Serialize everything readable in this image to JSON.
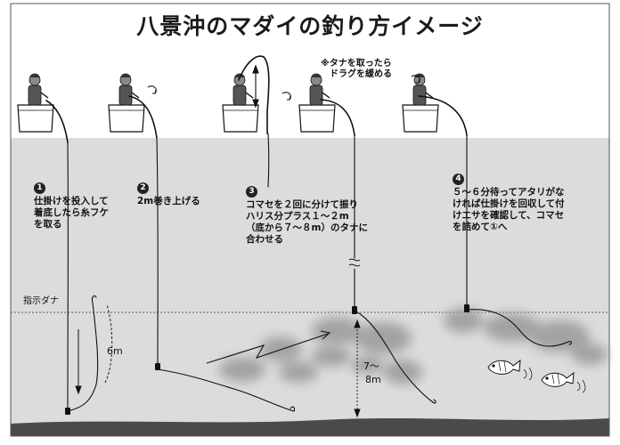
{
  "title": "八景沖のマダイの釣り方イメージ",
  "note": [
    "※タナを取ったら",
    "ドラグを緩める"
  ],
  "indicated_depth_label": "指示ダナ",
  "steps": [
    {
      "number": "1",
      "lines": [
        "仕掛けを投入して",
        "着底したら糸フケ",
        "を取る"
      ]
    },
    {
      "number": "2",
      "lines": [
        "2m巻き上げる"
      ]
    },
    {
      "number": "3",
      "lines": [
        "コマセを２回に分けて振り",
        "ハリス分プラス１～２m",
        "（底から７～８m）のタナに",
        "合わせる"
      ]
    },
    {
      "number": "4",
      "lines": [
        "５～６分待ってアタリがな",
        "ければ仕掛けを回収して付",
        "けエサを確認して、コマセ",
        "を詰めて①へ"
      ]
    }
  ],
  "measurements": {
    "rise": "6m",
    "depth_top": "7～",
    "depth_bottom": "8m"
  },
  "colors": {
    "water": "#dcdcdc",
    "seabed": "#4a4a4a",
    "chum_cloud": "#9a9a9a",
    "line": "#111111"
  }
}
